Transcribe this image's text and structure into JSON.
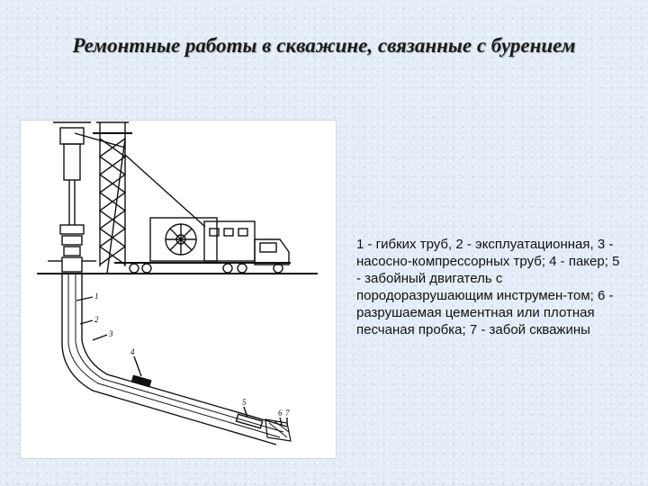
{
  "slide": {
    "title": "Ремонтные работы в скважине, связанные с бурением",
    "caption": "1 - гибких труб, 2 - эксплуатационная, 3 - насосно-компрессорных труб; 4 - пакер; 5 - забойный двигатель с породоразрушающим инструмен-том; 6 - разрушаемая цементная или плотная песчаная пробка; 7 - забой скважины"
  },
  "diagram": {
    "callouts": [
      "1",
      "2",
      "3",
      "4",
      "5",
      "6",
      "7"
    ]
  },
  "colors": {
    "background": "#e4edf7",
    "ink": "#111111"
  }
}
